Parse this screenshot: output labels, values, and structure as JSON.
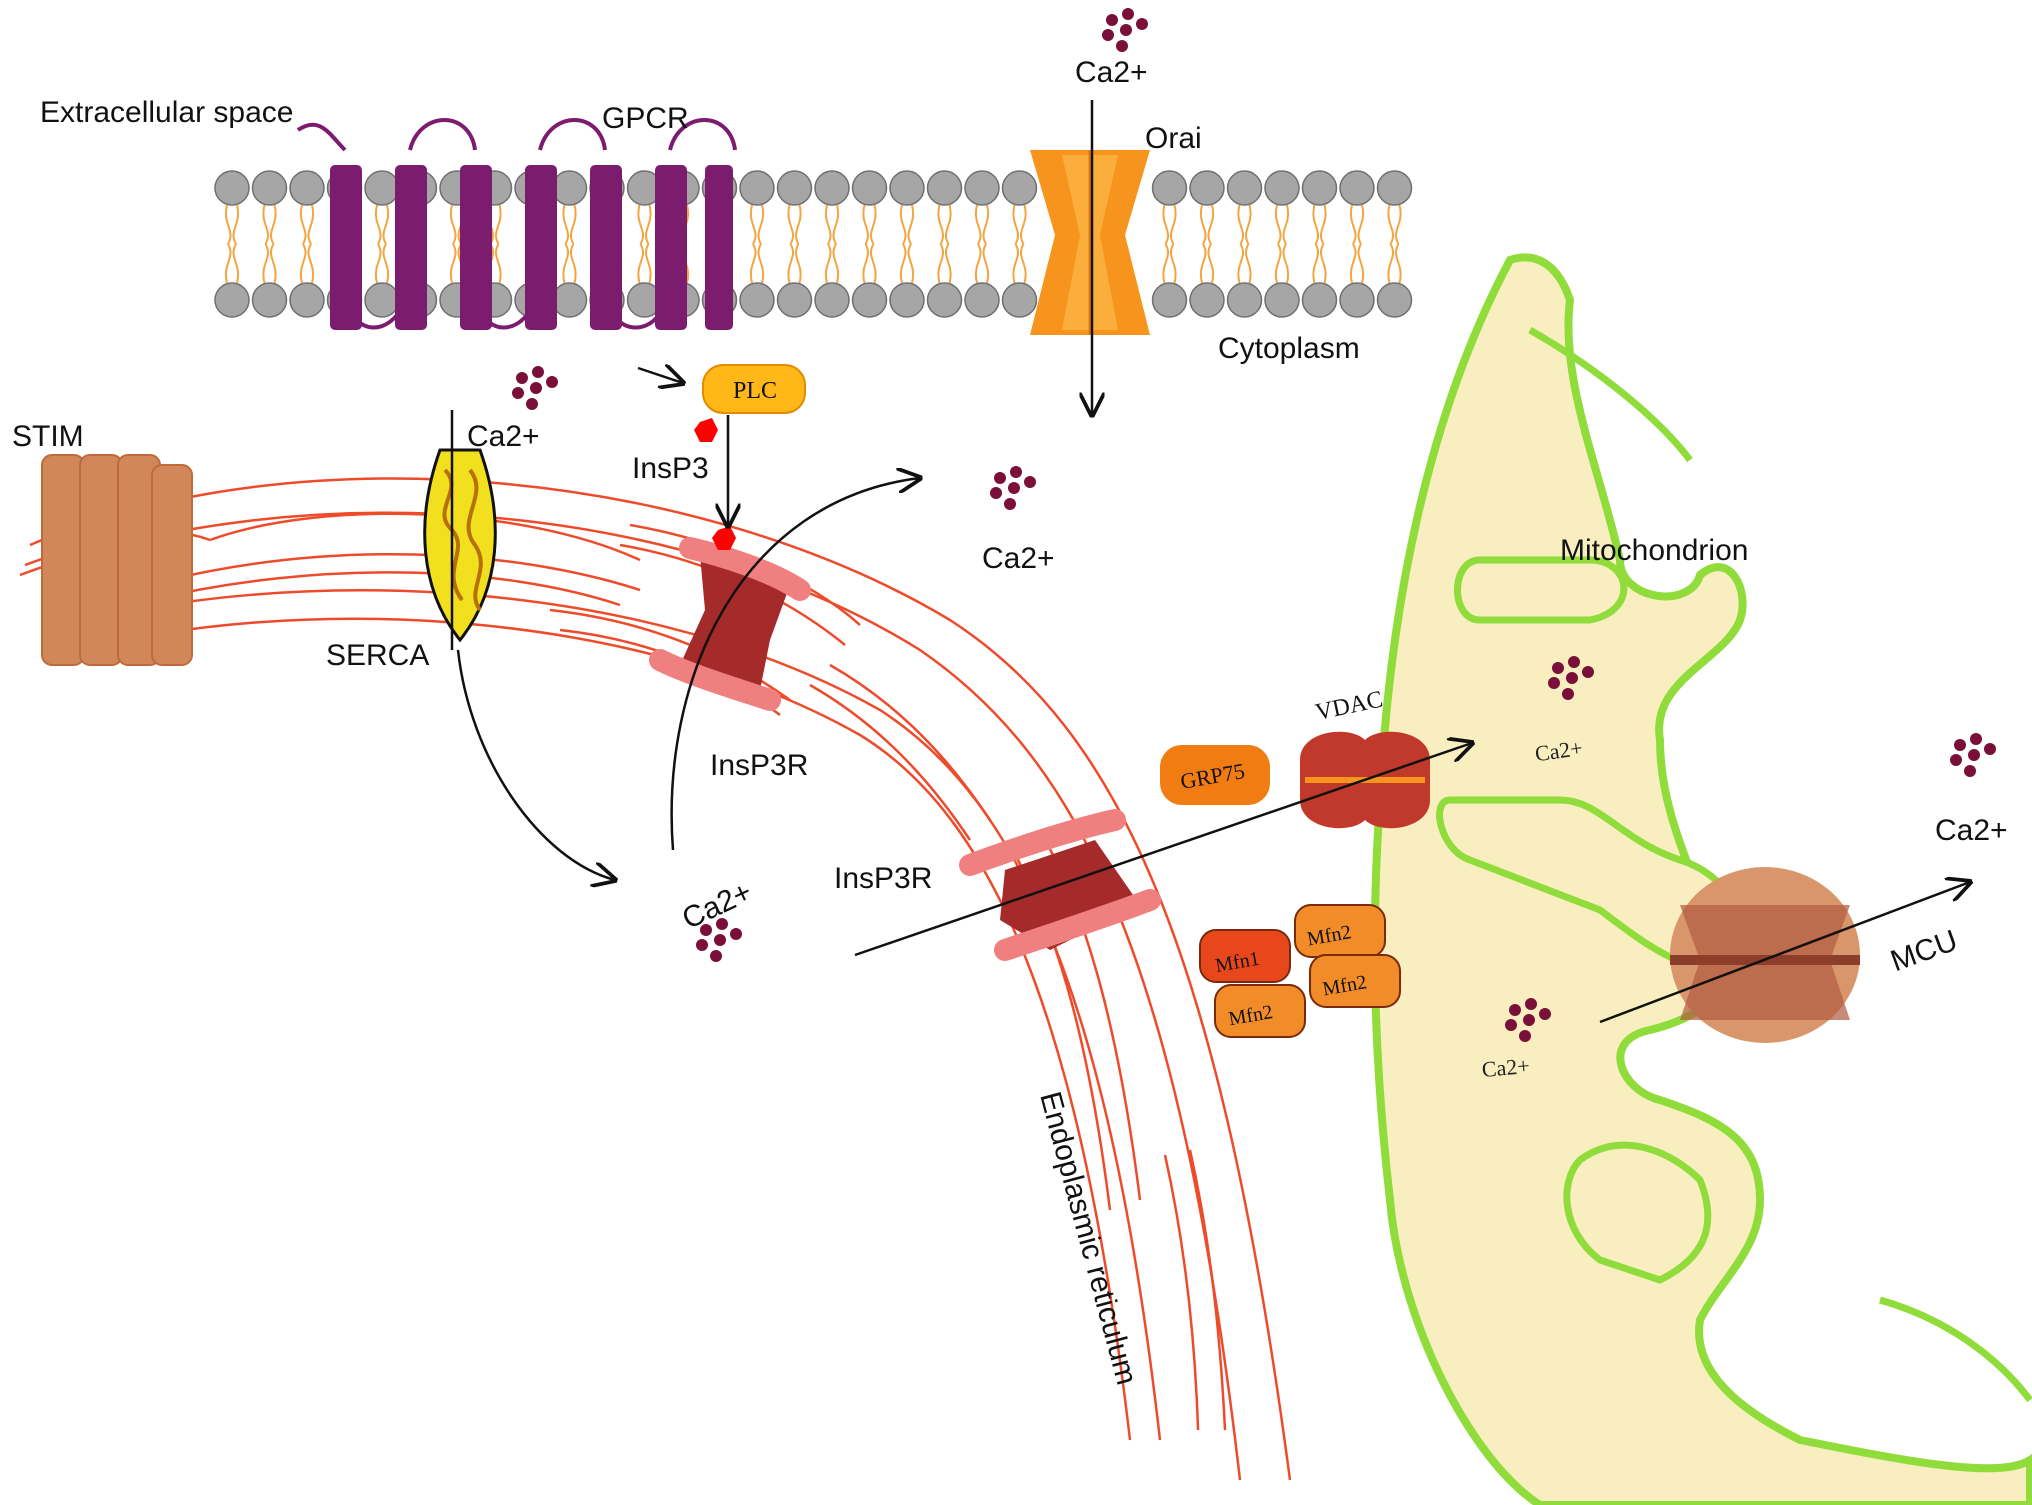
{
  "labels": {
    "extracellular": "Extracellular space",
    "gpcr": "GPCR",
    "orai": "Orai",
    "cytoplasm": "Cytoplasm",
    "ca_top": "Ca2+",
    "stim": "STIM",
    "ca_serca": "Ca2+",
    "plc": "PLC",
    "insp3": "InsP3",
    "ca_cyto": "Ca2+",
    "mitochondrion": "Mitochondrion",
    "serca": "SERCA",
    "insp3r_upper": "InsP3R",
    "vdac": "VDAC",
    "grp75": "GRP75",
    "ca_matrix_upper": "Ca2+",
    "ca_right": "Ca2+",
    "insp3r_lower": "InsP3R",
    "ca_er": "Ca2+",
    "mfn1": "Mfn1",
    "mfn2_a": "Mfn2",
    "mfn2_b": "Mfn2",
    "mfn2_c": "Mfn2",
    "mcu": "MCU",
    "ca_matrix_lower": "Ca2+",
    "er": "Endoplasmic reticulum"
  },
  "colors": {
    "lipid_head": "#a6a6a6",
    "lipid_tail": "#f2a541",
    "gpcr": "#7b1c6e",
    "orai": "#f7941d",
    "er_line": "#ee4b2b",
    "mito_fill": "#f9eec0",
    "mito_membrane": "#8fdc3a",
    "insp3r": "#f08080",
    "insp3r_core": "#a52a2a",
    "vdac": "#c0392b",
    "grp75": "#f07c12",
    "mfn1": "#e8471b",
    "mfn2": "#f28c28",
    "mcu": "#d9966b",
    "calcium": "#7a0f3a",
    "plc": "#ffb818",
    "serca": "#f2e01e",
    "stim": "#d2875a",
    "insp3": "#ff0000"
  }
}
